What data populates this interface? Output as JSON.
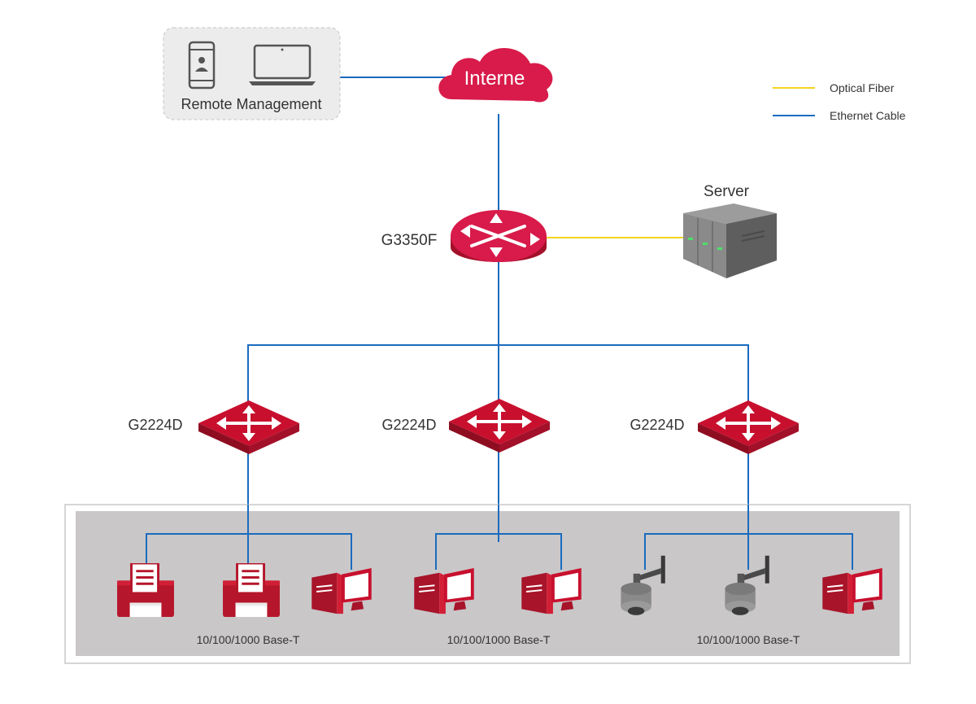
{
  "remote": {
    "label": "Remote Management"
  },
  "cloud": {
    "label": "Interne"
  },
  "core_switch": {
    "label": "G3350F"
  },
  "server": {
    "label": "Server"
  },
  "legend": {
    "fiber_label": "Optical Fiber",
    "fiber_color": "#f2d41d",
    "ethernet_label": "Ethernet Cable",
    "ethernet_color": "#1a6bbf"
  },
  "access_switches": [
    {
      "label": "G2224D"
    },
    {
      "label": "G2224D"
    },
    {
      "label": "G2224D"
    }
  ],
  "groups": [
    {
      "label": "10/100/1000 Base-T",
      "devices": [
        "printer-icon",
        "printer-icon",
        "desktop-computer-icon"
      ]
    },
    {
      "label": "10/100/1000 Base-T",
      "devices": [
        "desktop-computer-icon",
        "desktop-computer-icon"
      ]
    },
    {
      "label": "10/100/1000 Base-T",
      "devices": [
        "ip-camera-icon",
        "ip-camera-icon",
        "desktop-computer-icon"
      ]
    }
  ],
  "colors": {
    "device_red": "#c8102e",
    "panel_gray": "#c9c7c8"
  }
}
